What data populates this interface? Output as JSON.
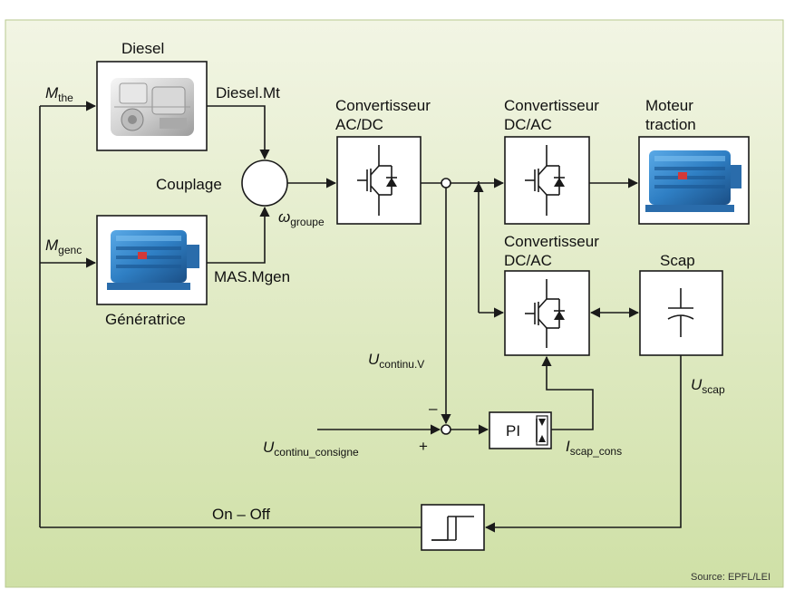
{
  "blocks": {
    "diesel": "Diesel",
    "generatrice": "Génératrice",
    "couplage": "Couplage",
    "conv_acdc": [
      "Convertisseur",
      "AC/DC"
    ],
    "conv_dcac_top": [
      "Convertisseur",
      "DC/AC"
    ],
    "conv_dcac_bottom": [
      "Convertisseur",
      "DC/AC"
    ],
    "moteur": [
      "Moteur",
      "traction"
    ],
    "scap": "Scap",
    "pi": "PI"
  },
  "signals": {
    "m_the": {
      "main": "M",
      "sub": "the"
    },
    "m_genc": {
      "main": "M",
      "sub": "genc"
    },
    "diesel_mt": "Diesel.Mt",
    "mas_mgen": "MAS.Mgen",
    "omega": {
      "main": "ω",
      "sub": "groupe"
    },
    "u_continu_v": {
      "main": "U",
      "sub": "continu.V"
    },
    "u_consigne": {
      "main": "U",
      "sub": "continu_consigne"
    },
    "i_scap_cons": {
      "main": "I",
      "sub": "scap_cons"
    },
    "u_scap": {
      "main": "U",
      "sub": "scap"
    },
    "on_off": "On – Off",
    "minus": "–",
    "plus": "+"
  },
  "source": "Source: EPFL/LEI",
  "colors": {
    "background_top": "#f2f5e4",
    "background_bottom": "#cfe0a6",
    "line": "#1a1a1a",
    "motor_blue": "#2f7fc4"
  }
}
